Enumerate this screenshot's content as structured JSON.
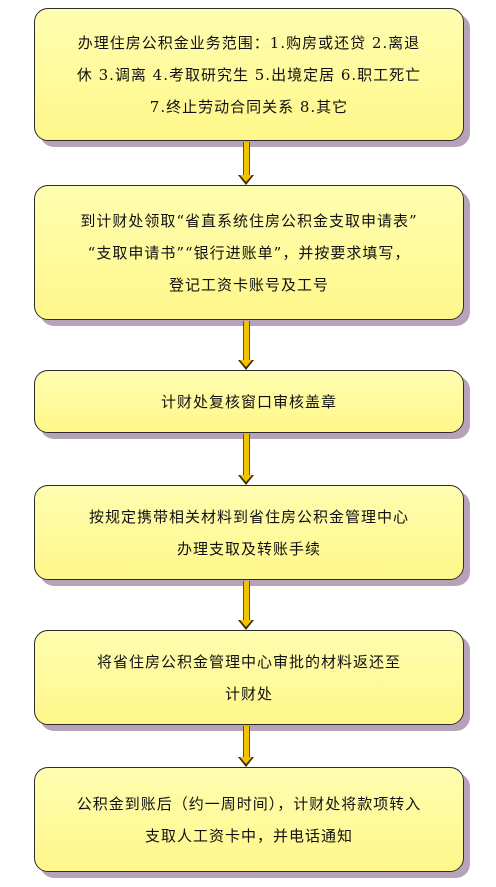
{
  "steps": [
    {
      "lines": [
        "办理住房公积金业务范围：1.购房或还贷 2.离退",
        "休 3.调离 4.考取研究生 5.出境定居 6.职工死亡",
        "7.终止劳动合同关系 8.其它"
      ]
    },
    {
      "lines": [
        "到计财处领取“省直系统住房公积金支取申请表”",
        "“支取申请书”“银行进账单”，并按要求填写，",
        "登记工资卡账号及工号"
      ]
    },
    {
      "lines": [
        "计财处复核窗口审核盖章"
      ]
    },
    {
      "lines": [
        "按规定携带相关材料到省住房公积金管理中心",
        "办理支取及转账手续"
      ]
    },
    {
      "lines": [
        "将省住房公积金管理中心审批的材料返还至",
        "计财处"
      ]
    },
    {
      "lines": [
        "公积金到账后（约一周时间），计财处将款项转入",
        "支取人工资卡中，并电话通知"
      ]
    }
  ]
}
